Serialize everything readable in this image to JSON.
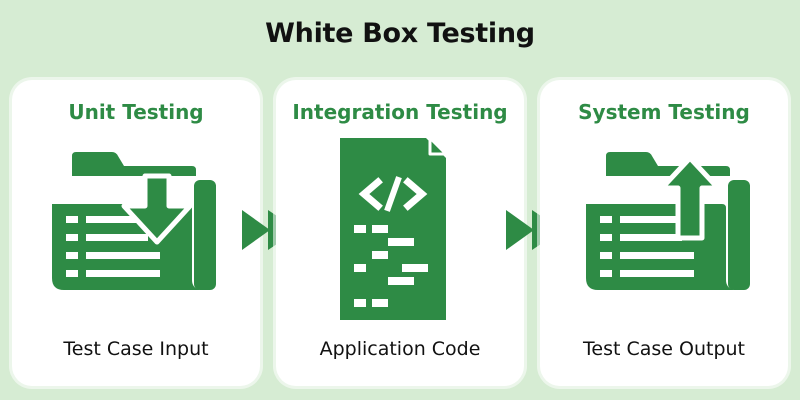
{
  "title": "White Box Testing",
  "stages": [
    {
      "title": "Unit Testing",
      "caption": "Test Case Input",
      "icon": "folder-download-icon"
    },
    {
      "title": "Integration Testing",
      "caption": "Application Code",
      "icon": "code-file-icon"
    },
    {
      "title": "System Testing",
      "caption": "Test Case Output",
      "icon": "folder-upload-icon"
    }
  ],
  "connectors": [
    "double-chevron-right-icon",
    "double-chevron-right-icon"
  ],
  "colors": {
    "background": "#d6ecd3",
    "accent": "#2e8b45",
    "card": "#ffffff",
    "text": "#111111"
  }
}
